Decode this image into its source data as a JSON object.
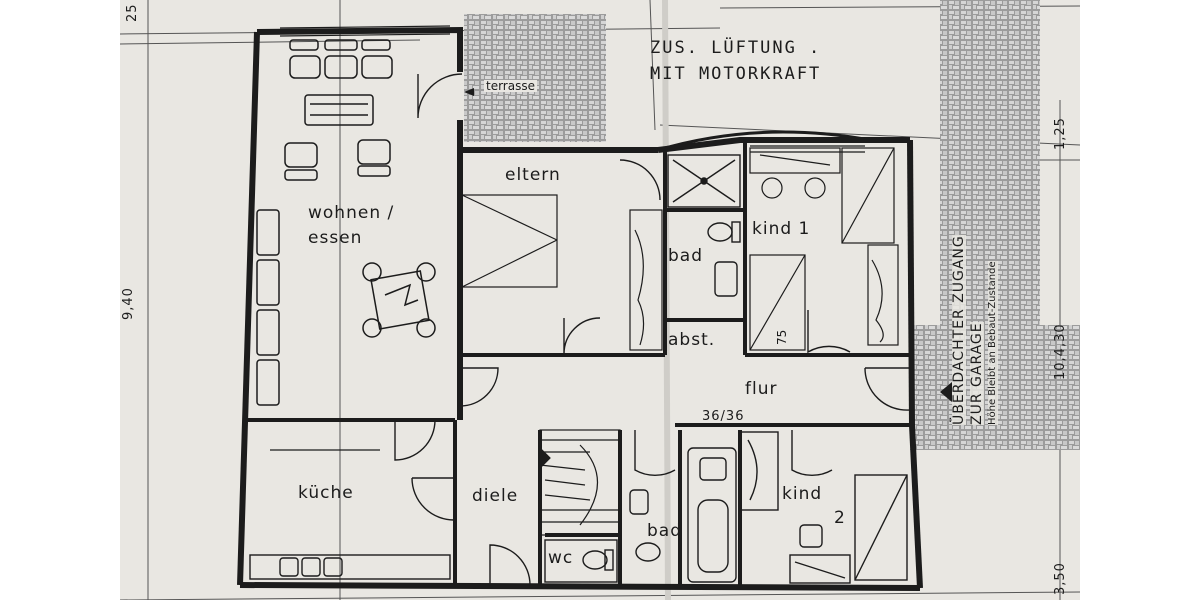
{
  "notes": {
    "ventilation_line1": "ZUS. LÜFTUNG .",
    "ventilation_line2": "MIT MOTORKRAFT"
  },
  "rooms": {
    "wohnen_line1": "wohnen /",
    "wohnen_line2": "essen",
    "eltern": "eltern",
    "bad_upper": "bad",
    "kind1": "kind 1",
    "abst": "abst.",
    "flur": "flur",
    "kueche": "küche",
    "diele": "diele",
    "bad_lower": "bad",
    "wc": "wc",
    "kind2_line1": "kind",
    "kind2_line2": "2",
    "terrasse": "terrasse"
  },
  "dimensions": {
    "top_left": "25",
    "left_side": "9,40",
    "stair": "36/36",
    "closet": "75",
    "right_top": "1,25",
    "right_mid": "10,4,30",
    "right_bottom": "3,50"
  },
  "vertical_note": {
    "line1": "ÜBERDACHTER ZUGANG",
    "line2": "ZUR GARAGE",
    "line3": "Höhe Bleibt an Bebaut-Zustande"
  },
  "colors": {
    "paper": "#e9e7e2",
    "ink": "#1c1c1c",
    "paving": "#8a8a8a"
  }
}
